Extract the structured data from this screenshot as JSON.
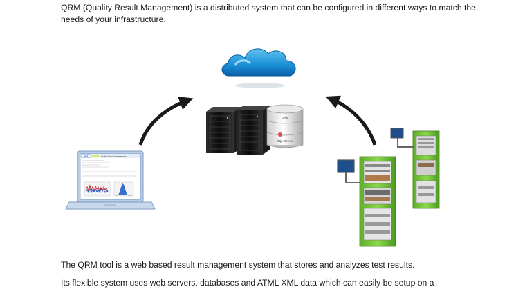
{
  "intro": "QRM (Quality Result Management) is a distributed system that can be configured in different ways to match the needs of your infrastructure.",
  "figure": {
    "laptop_app_header": "Quality Result Management",
    "laptop_logo": "Add",
    "database_top_label": "QRM",
    "database_bottom_label": "SQL Server"
  },
  "description_1": "The QRM tool is a web based result management system that stores and analyzes test results.",
  "description_2": "Its flexible system uses web servers, databases and ATML XML data which can easily be setup on a"
}
